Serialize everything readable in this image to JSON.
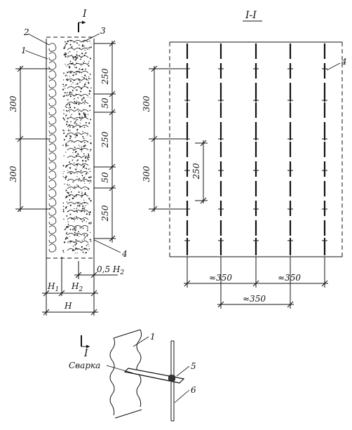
{
  "section_marks": {
    "top_cut": "I",
    "bottom_cut": "I",
    "section_title": "I-I"
  },
  "left_view": {
    "callouts": {
      "c1": "1",
      "c2": "2",
      "c3": "3",
      "c4": "4"
    },
    "right_dims": [
      "250",
      "50",
      "250",
      "50",
      "250"
    ],
    "left_dims": [
      "300",
      "300"
    ],
    "bottom_dims": {
      "offset": "0,5 H",
      "offset_sub": "2",
      "h1": "H",
      "h1_sub": "1",
      "h2": "H",
      "h2_sub": "2",
      "h": "H"
    }
  },
  "right_view": {
    "callout": "4",
    "left_dims": [
      "300",
      "300"
    ],
    "inner_dim": "250",
    "bottom_dims": [
      "≈350",
      "≈350",
      "≈350"
    ]
  },
  "detail": {
    "weld_label": "Сварка",
    "callouts": {
      "c1": "1",
      "c5": "5",
      "c6": "6"
    }
  }
}
